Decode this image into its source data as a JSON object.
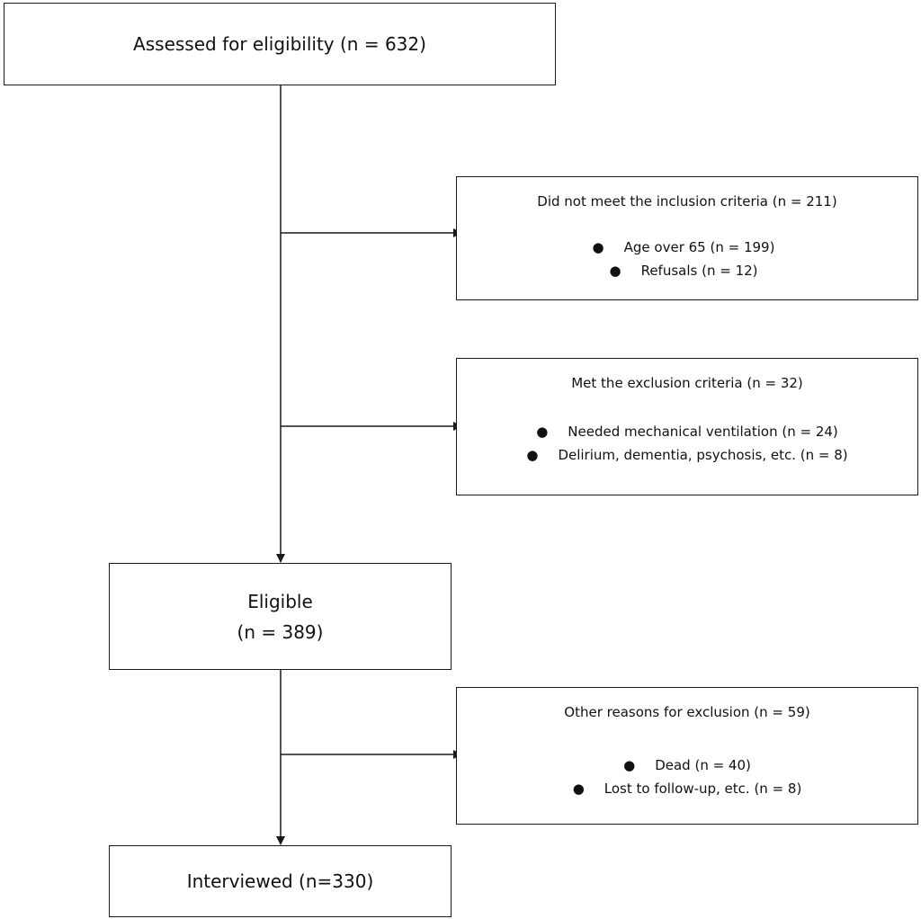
{
  "assessed": {
    "label": "Assessed for eligibility (n =  632)"
  },
  "inclusion": {
    "title": "Did not meet the inclusion criteria (n = 211)",
    "items": [
      {
        "label": "Age over 65 (n = 199)"
      },
      {
        "label": "Refusals (n = 12)"
      }
    ]
  },
  "exclusion": {
    "title": "Met the exclusion criteria (n = 32)",
    "items": [
      {
        "label": "Needed mechanical ventilation (n = 24)"
      },
      {
        "label": "Delirium, dementia, psychosis, etc. (n = 8)"
      }
    ]
  },
  "eligible": {
    "line1": "Eligible",
    "line2": "(n =  389)"
  },
  "other": {
    "title": "Other reasons for exclusion (n = 59)",
    "items": [
      {
        "label": "Dead (n = 40)"
      },
      {
        "label": "Lost to follow-up, etc. (n = 8)"
      }
    ]
  },
  "interviewed": {
    "label": "Interviewed (n=330)"
  }
}
